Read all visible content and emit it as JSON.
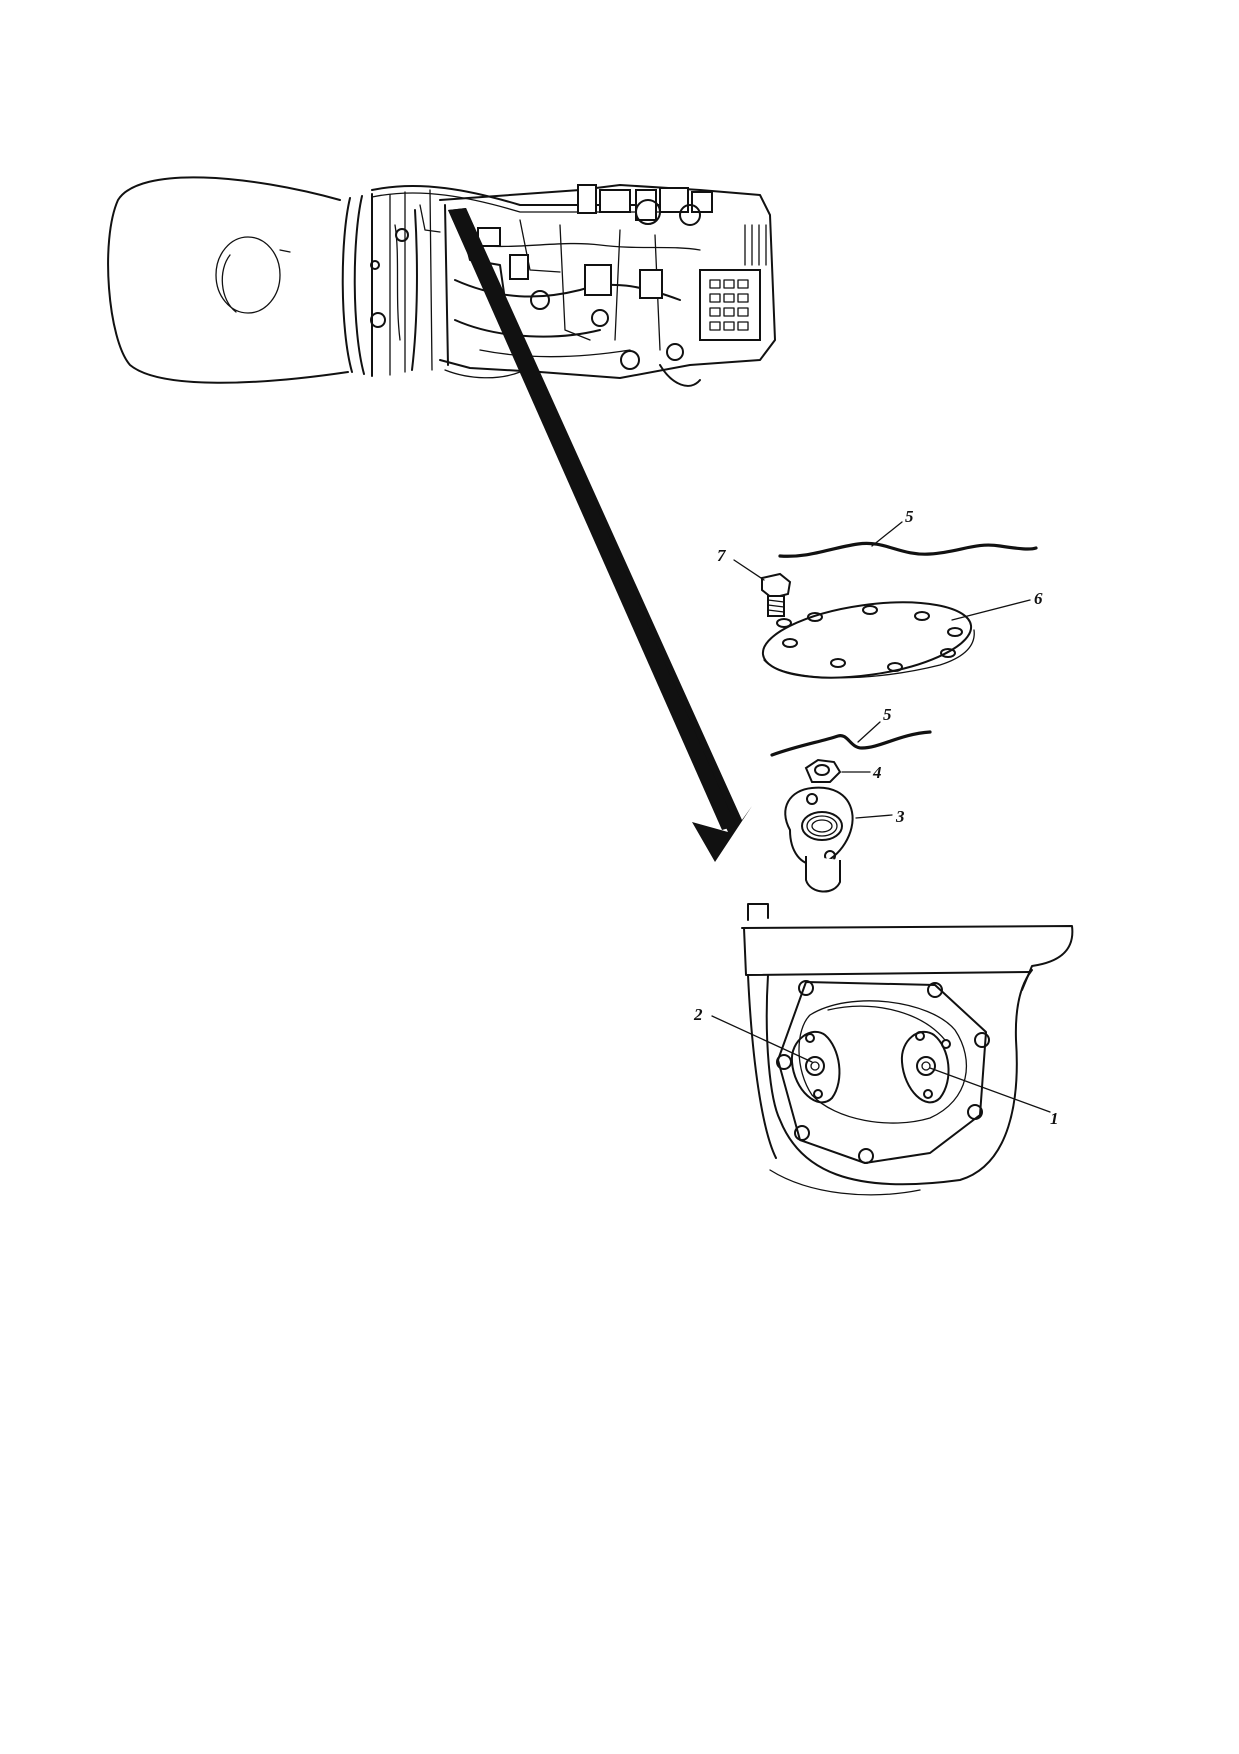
{
  "figure": {
    "type": "exploded-assembly-illustration",
    "subject_icons": [
      "engine-icon",
      "pointer-arrow-icon",
      "cover-plate-icon",
      "bolt-icon",
      "nut-icon",
      "fitting-icon",
      "housing-icon"
    ]
  },
  "callouts": [
    {
      "id": "callout-5-top",
      "label": "5"
    },
    {
      "id": "callout-7",
      "label": "7"
    },
    {
      "id": "callout-6",
      "label": "6"
    },
    {
      "id": "callout-5-mid",
      "label": "5"
    },
    {
      "id": "callout-4",
      "label": "4"
    },
    {
      "id": "callout-3",
      "label": "3"
    },
    {
      "id": "callout-2",
      "label": "2"
    },
    {
      "id": "callout-1",
      "label": "1"
    }
  ]
}
